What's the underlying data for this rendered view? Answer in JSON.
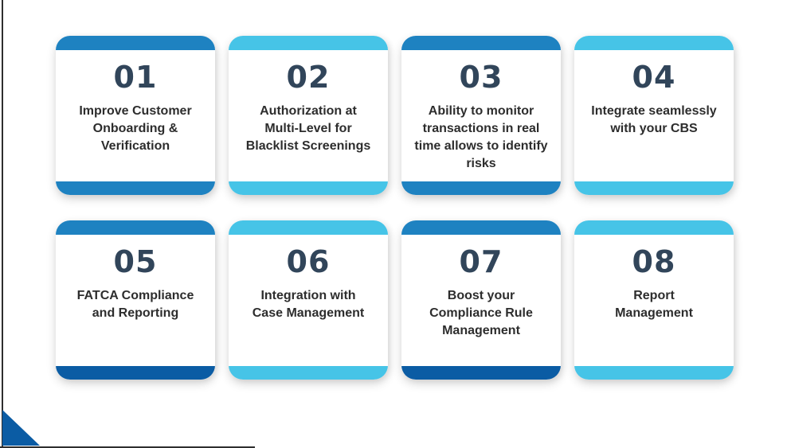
{
  "page": {
    "background": "#ffffff"
  },
  "palette": {
    "medium_blue": "#1e82c1",
    "dark_blue": "#0b5ca4",
    "cyan": "#46c4e7",
    "number_color": "#31455a",
    "text_color": "#2d2d2d",
    "edge_line_color": "#2e2e2e"
  },
  "decor": {
    "corner_triangle_color": "#0b5ca4"
  },
  "cards": [
    {
      "number": "01",
      "text": "Improve Customer\nOnboarding &\nVerification",
      "top_bar": "medium_blue",
      "bottom_bar": "medium_blue"
    },
    {
      "number": "02",
      "text": "Authorization at\nMulti-Level for\nBlacklist Screenings",
      "top_bar": "cyan",
      "bottom_bar": "cyan"
    },
    {
      "number": "03",
      "text": "Ability to monitor\ntransactions in real\ntime allows to identify\nrisks",
      "top_bar": "medium_blue",
      "bottom_bar": "medium_blue"
    },
    {
      "number": "04",
      "text": "Integrate seamlessly\nwith your CBS",
      "top_bar": "cyan",
      "bottom_bar": "cyan"
    },
    {
      "number": "05",
      "text": "FATCA Compliance\nand Reporting",
      "top_bar": "medium_blue",
      "bottom_bar": "dark_blue"
    },
    {
      "number": "06",
      "text": "Integration with\nCase Management",
      "top_bar": "cyan",
      "bottom_bar": "cyan"
    },
    {
      "number": "07",
      "text": "Boost your\nCompliance Rule\nManagement",
      "top_bar": "medium_blue",
      "bottom_bar": "dark_blue"
    },
    {
      "number": "08",
      "text": "Report\nManagement",
      "top_bar": "cyan",
      "bottom_bar": "cyan"
    }
  ]
}
